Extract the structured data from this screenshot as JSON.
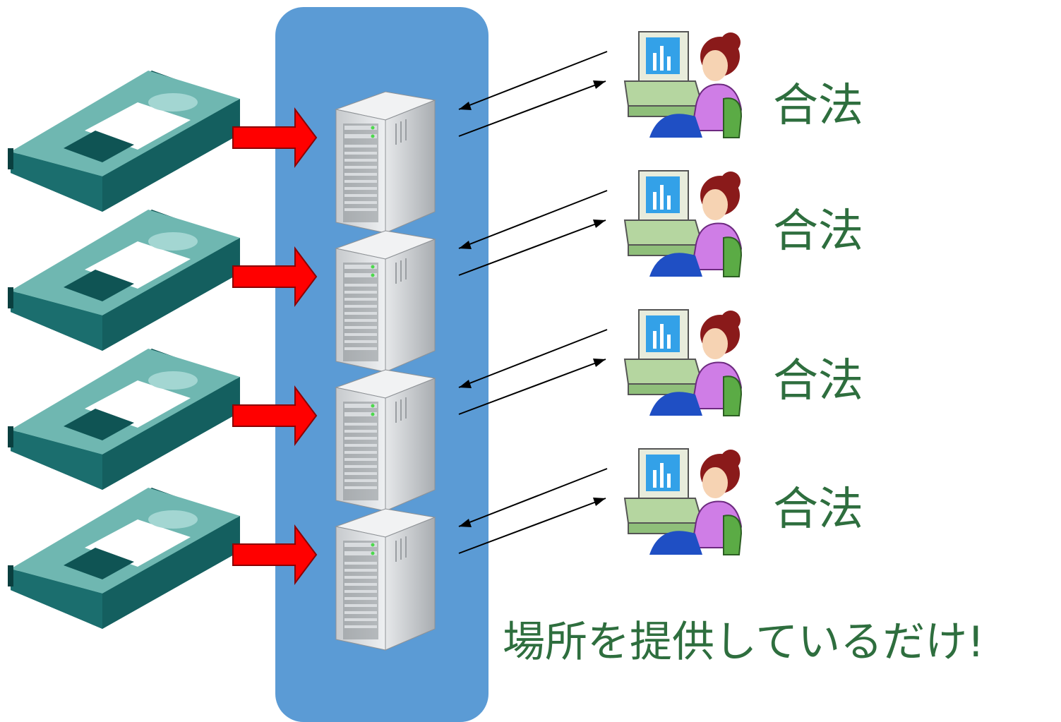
{
  "rows": [
    {
      "status": "合法"
    },
    {
      "status": "合法"
    },
    {
      "status": "合法"
    },
    {
      "status": "合法"
    }
  ],
  "footer_note": "場所を提供しているだけ!",
  "icons": {
    "source_media": "vhs-tape-icon",
    "flow_arrow": "red-arrow-icon",
    "server": "server-tower-icon",
    "client": "user-at-computer-icon"
  },
  "colors": {
    "server_panel": "#5b9bd5",
    "flow_arrow": "#ff0000",
    "label_text": "#2e6e3e",
    "tape_body": "#1b6e6e"
  }
}
